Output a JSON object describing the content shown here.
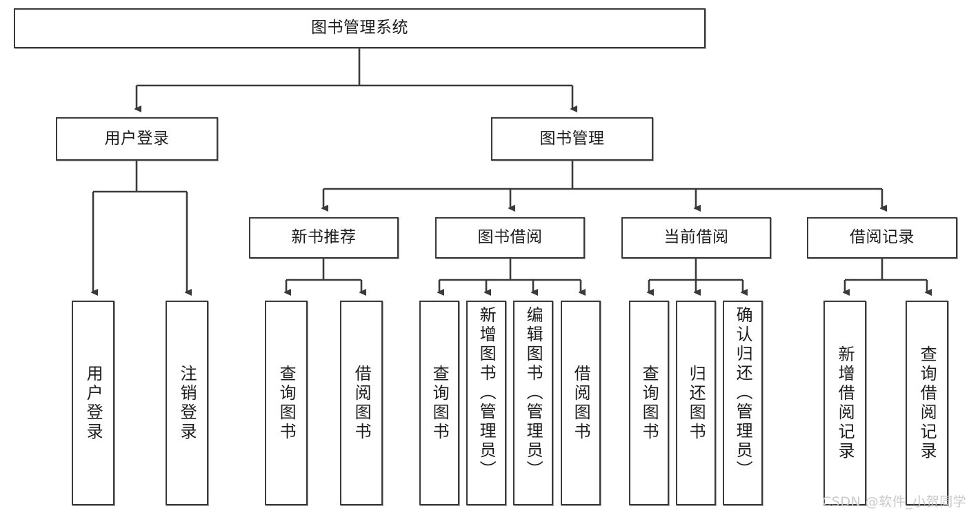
{
  "diagram": {
    "type": "hierarchy-tree",
    "title": "图书管理系统",
    "watermark": "CSDN @软件_小贺同学",
    "colors": {
      "box_border": "#3a3a3a",
      "box_fill": "#ffffff",
      "connector": "#3a3a3a",
      "text": "#1d1d1d",
      "watermark": "#c9c9c9"
    },
    "levels": {
      "root": {
        "label": "图书管理系统"
      },
      "level2": [
        {
          "label": "用户登录"
        },
        {
          "label": "图书管理"
        }
      ],
      "level3": [
        {
          "label": "新书推荐"
        },
        {
          "label": "图书借阅"
        },
        {
          "label": "当前借阅"
        },
        {
          "label": "借阅记录"
        }
      ],
      "leaves": {
        "user_login": [
          {
            "label": "用户登录"
          },
          {
            "label": "注销登录"
          }
        ],
        "new_book_recommend": [
          {
            "label": "查询图书"
          },
          {
            "label": "借阅图书"
          }
        ],
        "book_borrow": [
          {
            "label": "查询图书"
          },
          {
            "label": "新增图书（管理员）"
          },
          {
            "label": "编辑图书（管理员）"
          },
          {
            "label": "借阅图书"
          }
        ],
        "current_borrow": [
          {
            "label": "查询图书"
          },
          {
            "label": "归还图书"
          },
          {
            "label": "确认归还（管理员）"
          }
        ],
        "borrow_records": [
          {
            "label": "新增借阅记录"
          },
          {
            "label": "查询借阅记录"
          }
        ]
      }
    }
  }
}
